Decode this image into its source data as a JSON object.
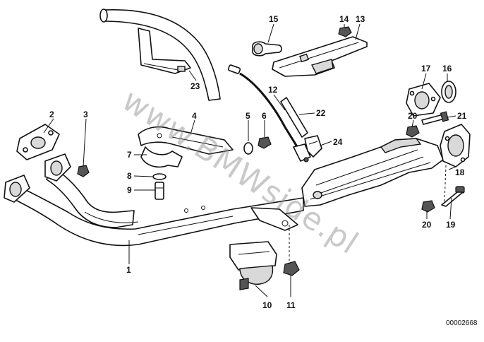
{
  "diagram": {
    "callouts": [
      {
        "id": "c1",
        "label": "1"
      },
      {
        "id": "c2",
        "label": "2"
      },
      {
        "id": "c3",
        "label": "3"
      },
      {
        "id": "c4",
        "label": "4"
      },
      {
        "id": "c5",
        "label": "5"
      },
      {
        "id": "c6",
        "label": "6"
      },
      {
        "id": "c7",
        "label": "7"
      },
      {
        "id": "c8",
        "label": "8"
      },
      {
        "id": "c9",
        "label": "9"
      },
      {
        "id": "c10",
        "label": "10"
      },
      {
        "id": "c11",
        "label": "11"
      },
      {
        "id": "c12",
        "label": "12"
      },
      {
        "id": "c13",
        "label": "13"
      },
      {
        "id": "c14",
        "label": "14"
      },
      {
        "id": "c15",
        "label": "15"
      },
      {
        "id": "c16",
        "label": "16"
      },
      {
        "id": "c17",
        "label": "17"
      },
      {
        "id": "c18",
        "label": "18"
      },
      {
        "id": "c19",
        "label": "19"
      },
      {
        "id": "c20a",
        "label": "20"
      },
      {
        "id": "c20b",
        "label": "20"
      },
      {
        "id": "c21",
        "label": "21"
      },
      {
        "id": "c22",
        "label": "22"
      },
      {
        "id": "c23",
        "label": "23"
      },
      {
        "id": "c24",
        "label": "24"
      }
    ],
    "diagram_code": "00002668",
    "watermark": "www.BMWside.pl"
  }
}
